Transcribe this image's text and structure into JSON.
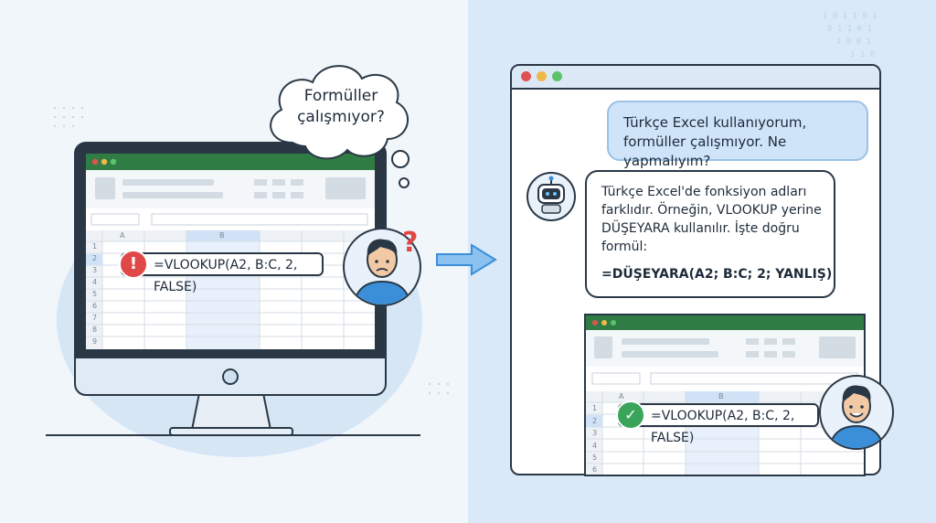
{
  "thought_bubble": {
    "line1": "Formüller",
    "line2": "çalışmıyor?"
  },
  "left_sheet": {
    "formula": "=VLOOKUP(A2, B:C, 2, FALSE)",
    "column_headers": [
      "A",
      "B"
    ],
    "row_numbers": [
      "1",
      "2",
      "3",
      "4",
      "5",
      "6",
      "7",
      "8",
      "9"
    ]
  },
  "right_sheet": {
    "formula": "=VLOOKUP(A2, B:C, 2, FALSE)",
    "column_headers": [
      "A",
      "B"
    ],
    "row_numbers": [
      "1",
      "2",
      "3",
      "4",
      "5",
      "6"
    ]
  },
  "chat": {
    "user_message": "Türkçe Excel kullanıyorum, formüller çalışmıyor. Ne yapmalıyım?",
    "assistant_message": "Türkçe Excel'de fonksiyon adları farklıdır. Örneğin, VLOOKUP yerine DÜŞEYARA kullanılır. İşte doğru formül:",
    "assistant_formula": "=DÜŞEYARA(A2; B:C; 2; YANLIŞ)"
  },
  "icons": {
    "error": "error-icon",
    "success": "check-icon",
    "question": "question-mark-icon"
  },
  "colors": {
    "excel_green": "#2f7d45",
    "error_red": "#e04848",
    "success_green": "#3aa55a",
    "accent_blue": "#3a8fd8",
    "dark_outline": "#2a3846"
  }
}
